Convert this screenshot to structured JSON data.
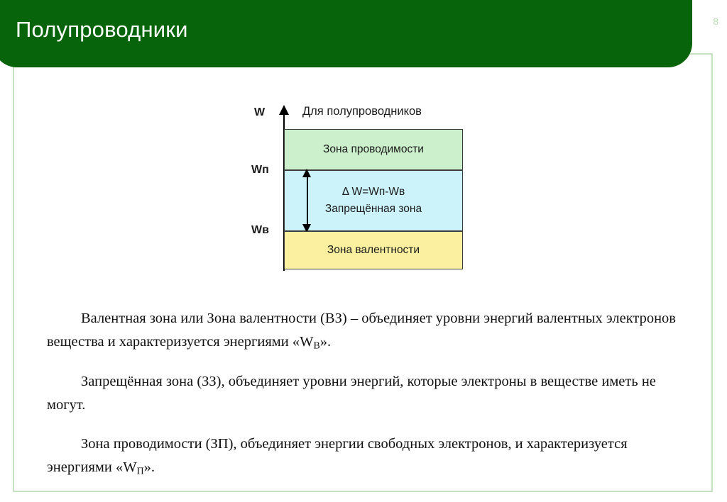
{
  "slide": {
    "page_number": "8",
    "title": "Полупроводники",
    "accent_green": "#07640a",
    "border_green": "#c5e3c0",
    "page_number_color": "#b7dcb2"
  },
  "diagram": {
    "caption": "Для полупроводников",
    "axis_label": "W",
    "ticks": {
      "upper": "Wп",
      "lower": "Wв"
    },
    "bands": {
      "conduction": {
        "label": "Зона проводимости",
        "color": "#ccf0cc"
      },
      "gap": {
        "formula": "Δ W=Wп-Wв",
        "label": "Запрещённая зона",
        "color": "#ccf2fa"
      },
      "valence": {
        "label": "Зона валентности",
        "color": "#faf0a0"
      }
    }
  },
  "body": {
    "paragraphs": [
      {
        "before": "Валентная зона или Зона валентности (ВЗ) – объединяет уровни энергий валентных электронов вещества и характеризуется энергиями «W",
        "sub": "В",
        "after": "»."
      },
      {
        "before": "Запрещённая зона (ЗЗ), объединяет уровни энергий, которые электроны в веществе иметь не могут.",
        "sub": "",
        "after": ""
      },
      {
        "before": "Зона проводимости (ЗП), объединяет энергии свободных электронов, и характеризуется энергиями «W",
        "sub": "П",
        "after": "»."
      }
    ]
  }
}
